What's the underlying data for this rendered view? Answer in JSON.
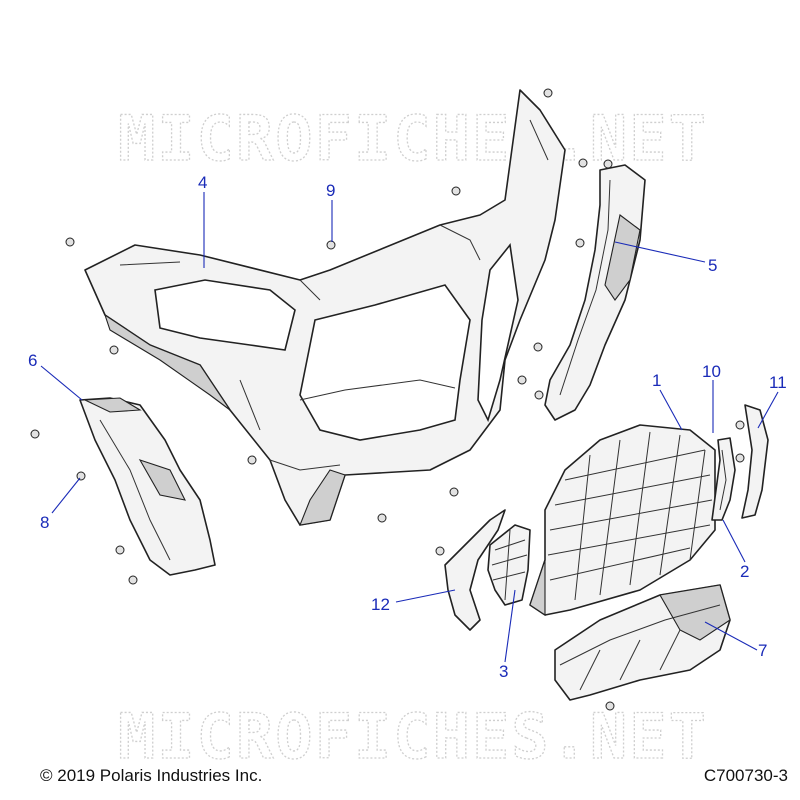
{
  "watermark": "MICROFICHES.NET",
  "copyright": "© 2019 Polaris Industries Inc.",
  "drawing_number": "C700730-3",
  "callouts": [
    {
      "id": "1",
      "label": "1"
    },
    {
      "id": "2",
      "label": "2"
    },
    {
      "id": "3",
      "label": "3"
    },
    {
      "id": "4",
      "label": "4"
    },
    {
      "id": "5",
      "label": "5"
    },
    {
      "id": "6",
      "label": "6"
    },
    {
      "id": "7",
      "label": "7"
    },
    {
      "id": "8",
      "label": "8"
    },
    {
      "id": "9",
      "label": "9"
    },
    {
      "id": "10",
      "label": "10"
    },
    {
      "id": "11",
      "label": "11"
    },
    {
      "id": "12",
      "label": "12"
    }
  ],
  "colors": {
    "callout": "#1a2bb8",
    "watermark": "#cfcfcf",
    "outline": "#222222"
  }
}
